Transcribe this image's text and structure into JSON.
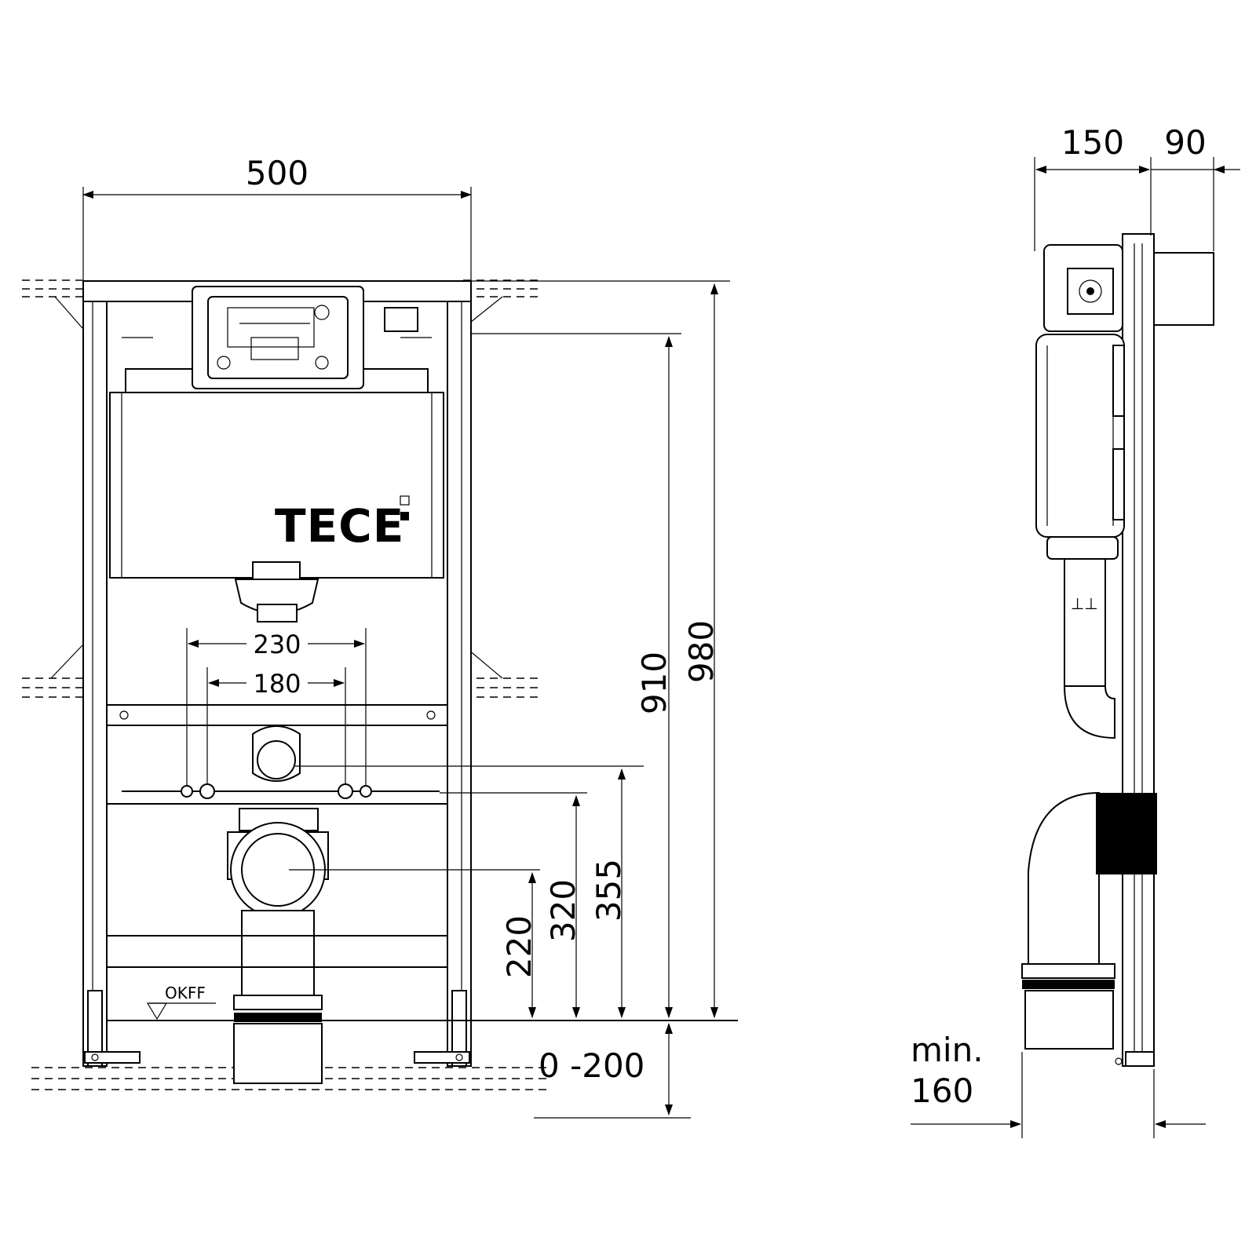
{
  "brand": {
    "name": "TECE"
  },
  "front_view": {
    "width": "500",
    "spacing_outer": "230",
    "spacing_inner": "180",
    "height_total": "980",
    "height_frame": "910",
    "height_355": "355",
    "height_320": "320",
    "height_220": "220",
    "floor_adjust": "0 -200",
    "floor_label": "OKFF"
  },
  "side_view": {
    "depth": "150",
    "offset": "90",
    "min_label": "min.",
    "min_value": "160"
  }
}
